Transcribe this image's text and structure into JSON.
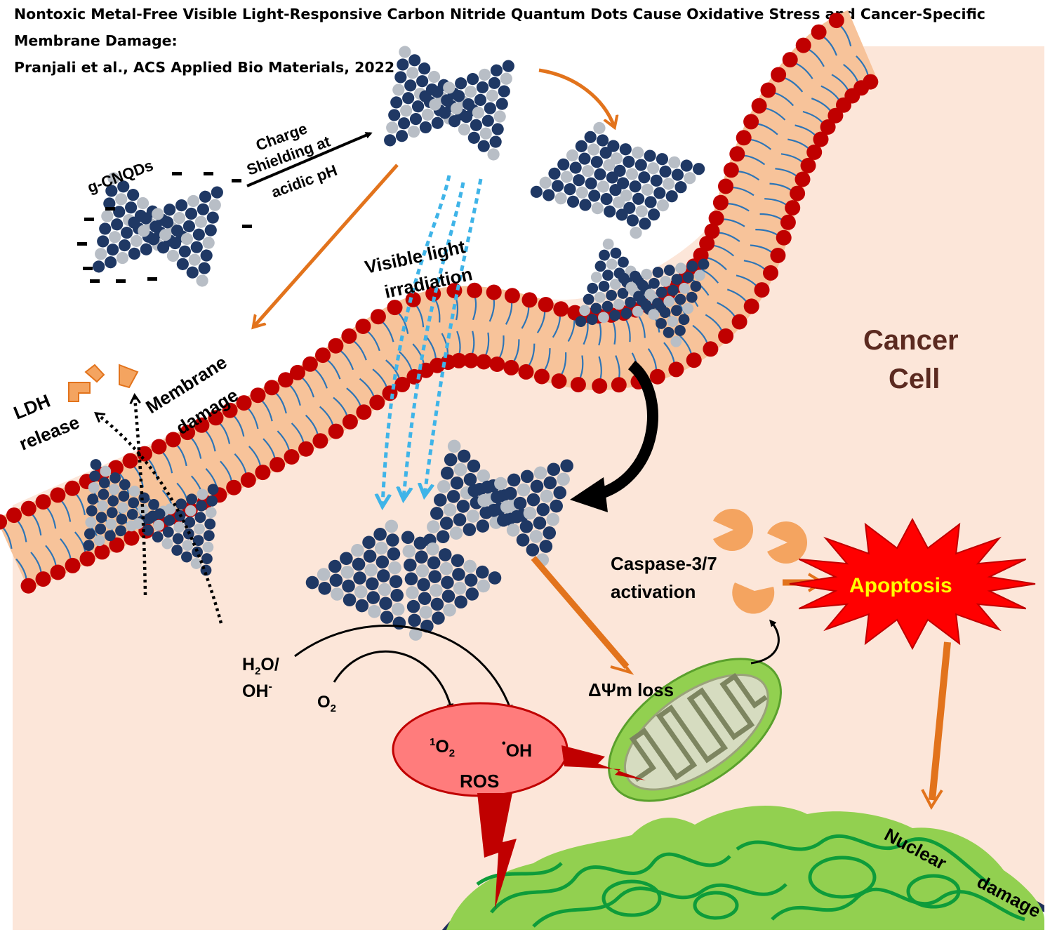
{
  "header": {
    "title_line1": "Nontoxic Metal-Free Visible Light-Responsive Carbon Nitride Quantum Dots Cause Oxidative Stress and Cancer-Specific",
    "title_line2": "Membrane Damage:",
    "citation": "Pranjali et al., ACS Applied Bio Materials, 2022"
  },
  "labels": {
    "gcnqds": "g-CNQDs",
    "charge_1": "Charge",
    "charge_2": "Shielding at",
    "charge_3": "acidic pH",
    "visible_1": "Visible light",
    "visible_2": "irradiation",
    "cancer": "Cancer",
    "cell": "Cell",
    "membrane": "Membrane",
    "damage": "damage",
    "ldh": "LDH",
    "release": "release",
    "h2o_h": "H",
    "h2o_2": "2",
    "h2o_o": "O/",
    "oh_m": "OH",
    "oh_minus": "-",
    "o2_o": "O",
    "o2_2": "2",
    "singlet_1": "1",
    "singlet_o": "O",
    "singlet_2": "2",
    "rad_dot": "•",
    "rad_oh": "OH",
    "ros": "ROS",
    "dpsi": "ΔΨm loss",
    "caspase_1": "Caspase-3/7",
    "caspase_2": "activation",
    "apoptosis": "Apoptosis",
    "nuclear": "Nuclear",
    "ndamage": "damage"
  },
  "colors": {
    "membrane_fill": "#f7c39a",
    "lipid_head": "#c00000",
    "lipid_tail": "#2e75b6",
    "cytoplasm": "#fce6d9",
    "arrow_orange": "#e2731c",
    "light_arrow": "#3fb4e8",
    "ros_fill": "#ff7c7c",
    "bolt_red": "#c00000",
    "apoptosis_star": "#ff0000",
    "apoptosis_text": "#ffff00",
    "cancer_text": "#5b2a20",
    "nucleus_green": "#92d050",
    "mito_green": "#92d050",
    "qd_dark": "#1f3864",
    "caspase": "#f4a460"
  }
}
